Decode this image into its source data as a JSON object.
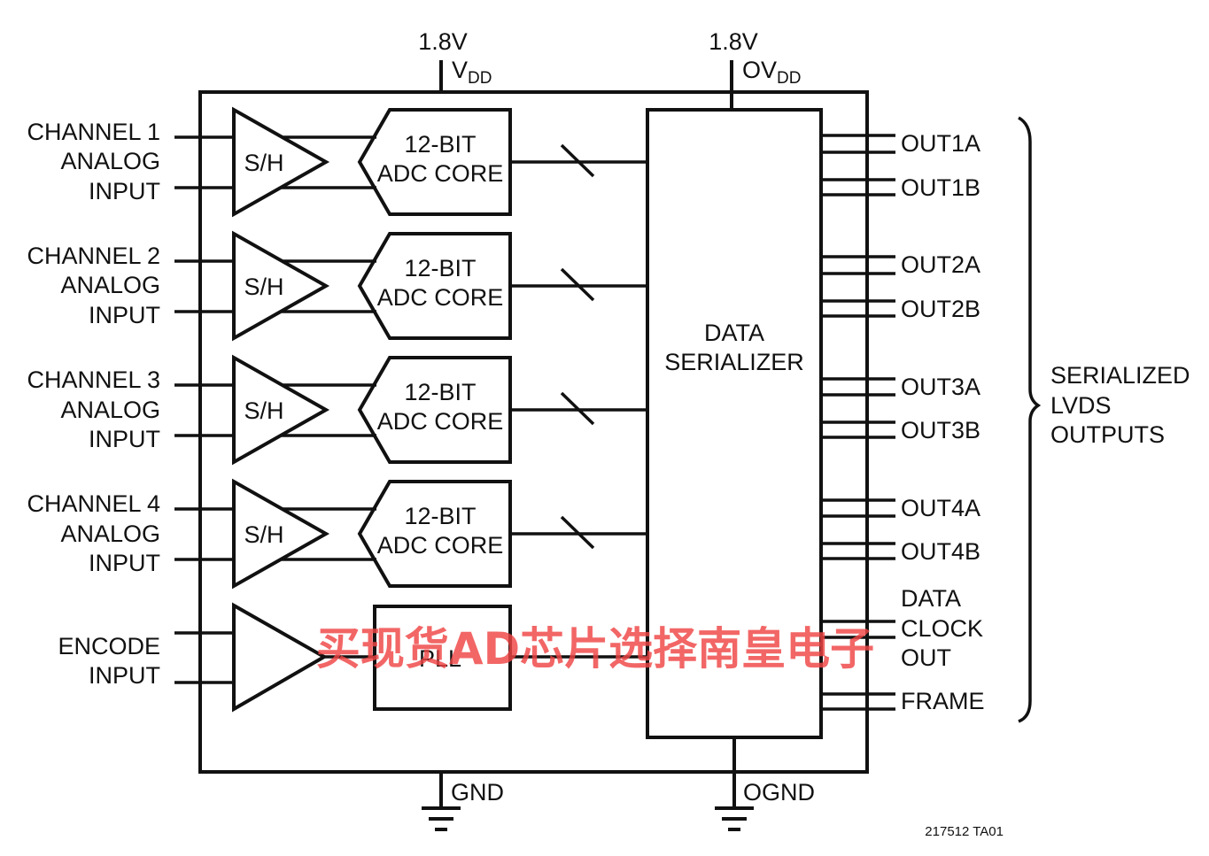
{
  "supplies": {
    "vdd_voltage": "1.8V",
    "vdd_name": "V",
    "vdd_sub": "DD",
    "ovdd_voltage": "1.8V",
    "ovdd_name": "OV",
    "ovdd_sub": "DD"
  },
  "grounds": {
    "gnd": "GND",
    "ognd": "OGND"
  },
  "channels": [
    {
      "line1": "CHANNEL 1",
      "line2": "ANALOG",
      "line3": "INPUT"
    },
    {
      "line1": "CHANNEL 2",
      "line2": "ANALOG",
      "line3": "INPUT"
    },
    {
      "line1": "CHANNEL 3",
      "line2": "ANALOG",
      "line3": "INPUT"
    },
    {
      "line1": "CHANNEL 4",
      "line2": "ANALOG",
      "line3": "INPUT"
    }
  ],
  "blocks": {
    "sh_label": "S/H",
    "adc_line1": "12-BIT",
    "adc_line2": "ADC CORE",
    "pll_label": "PLL",
    "serializer_line1": "DATA",
    "serializer_line2": "SERIALIZER"
  },
  "encode": {
    "line1": "ENCODE",
    "line2": "INPUT"
  },
  "outputs": [
    "OUT1A",
    "OUT1B",
    "OUT2A",
    "OUT2B",
    "OUT3A",
    "OUT3B",
    "OUT4A",
    "OUT4B"
  ],
  "clock_out": {
    "line1": "DATA",
    "line2": "CLOCK",
    "line3": "OUT"
  },
  "frame": "FRAME",
  "serialized_group": {
    "line1": "SERIALIZED",
    "line2": "LVDS",
    "line3": "OUTPUTS"
  },
  "figure_id": "217512 TA01",
  "watermark": "买现货AD芯片选择南皇电子"
}
